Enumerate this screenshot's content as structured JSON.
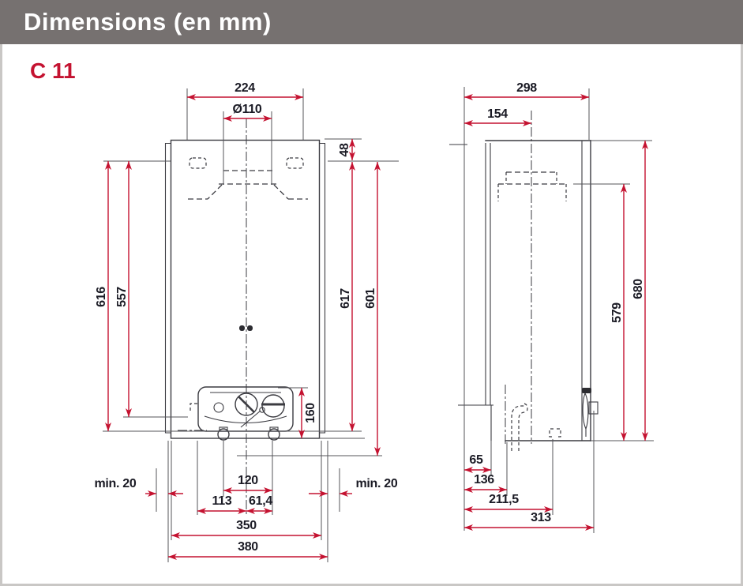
{
  "header": {
    "title": "Dimensions (en mm)"
  },
  "model_label": "C 11",
  "front_view": {
    "top_width": "224",
    "flue_diameter": "Ø110",
    "top_offset": "48",
    "left_outer_height": "616",
    "left_inner_height": "557",
    "right_inner_height": "617",
    "right_outer_height": "601",
    "panel_height": "160",
    "side_clearance_left": "min. 20",
    "side_clearance_right": "min. 20",
    "connection_spacing": "120",
    "offset_left_bottom": "113",
    "offset_right_bottom": "61,4",
    "body_width": "350",
    "overall_width": "380"
  },
  "side_view": {
    "overall_depth_top": "298",
    "front_depth": "154",
    "back_height": "579",
    "overall_height": "680",
    "offset_wall": "65",
    "offset_pipe": "136",
    "offset_connection": "211,5",
    "overall_depth_bottom": "313"
  },
  "colors": {
    "accent_red": "#c41230",
    "header_bg": "#767170",
    "drawing_line": "#3b3b41",
    "dim_text": "#1a1a24",
    "frame_border": "#c9c7c5"
  }
}
